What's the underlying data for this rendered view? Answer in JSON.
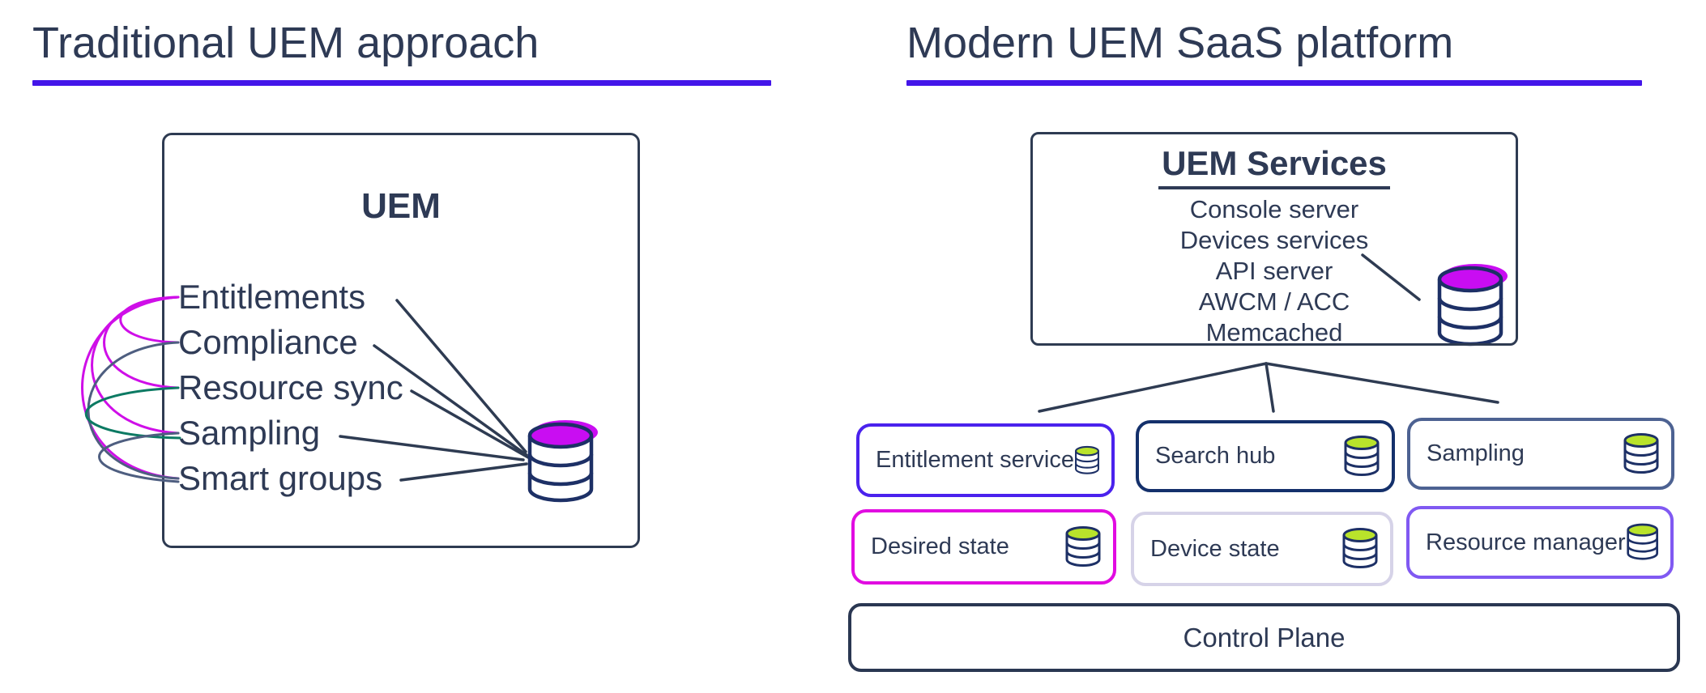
{
  "left_panel": {
    "title": "Traditional UEM approach",
    "box_heading": "UEM",
    "modules": [
      "Entitlements",
      "Compliance",
      "Resource sync",
      "Sampling",
      "Smart groups"
    ],
    "database_icon": "database-cylinder-magenta-top"
  },
  "right_panel": {
    "title": "Modern UEM SaaS platform",
    "services_box": {
      "heading": "UEM Services",
      "items": [
        "Console server",
        "Devices services",
        "API server",
        "AWCM / ACC",
        "Memcached"
      ],
      "database_icon": "database-cylinder-magenta-top"
    },
    "service_tiles": [
      {
        "label": "Entitlement service",
        "border_color": "#4a22ed",
        "icon": "database-cylinder-green-top"
      },
      {
        "label": "Search hub",
        "border_color": "#14306b",
        "icon": "database-cylinder-green-top"
      },
      {
        "label": "Sampling",
        "border_color": "#4d6292",
        "icon": "database-cylinder-green-top"
      },
      {
        "label": "Desired state",
        "border_color": "#e10ce1",
        "icon": "database-cylinder-green-top"
      },
      {
        "label": "Device state",
        "border_color": "#d6d3e8",
        "icon": "database-cylinder-green-top"
      },
      {
        "label": "Resource manager",
        "border_color": "#8059f2",
        "icon": "database-cylinder-green-top"
      }
    ],
    "control_plane_label": "Control Plane"
  },
  "colors": {
    "title_text": "#2e3a55",
    "title_underline": "#4315e9",
    "diagram_stroke": "#2e3b52",
    "database_outline": "#1d3066",
    "database_top_magenta": "#c90df2",
    "database_top_green": "#b9e32b",
    "arc_magenta": "#cf0fe8",
    "arc_slate": "#4e5e80",
    "arc_teal": "#0c7a63"
  }
}
